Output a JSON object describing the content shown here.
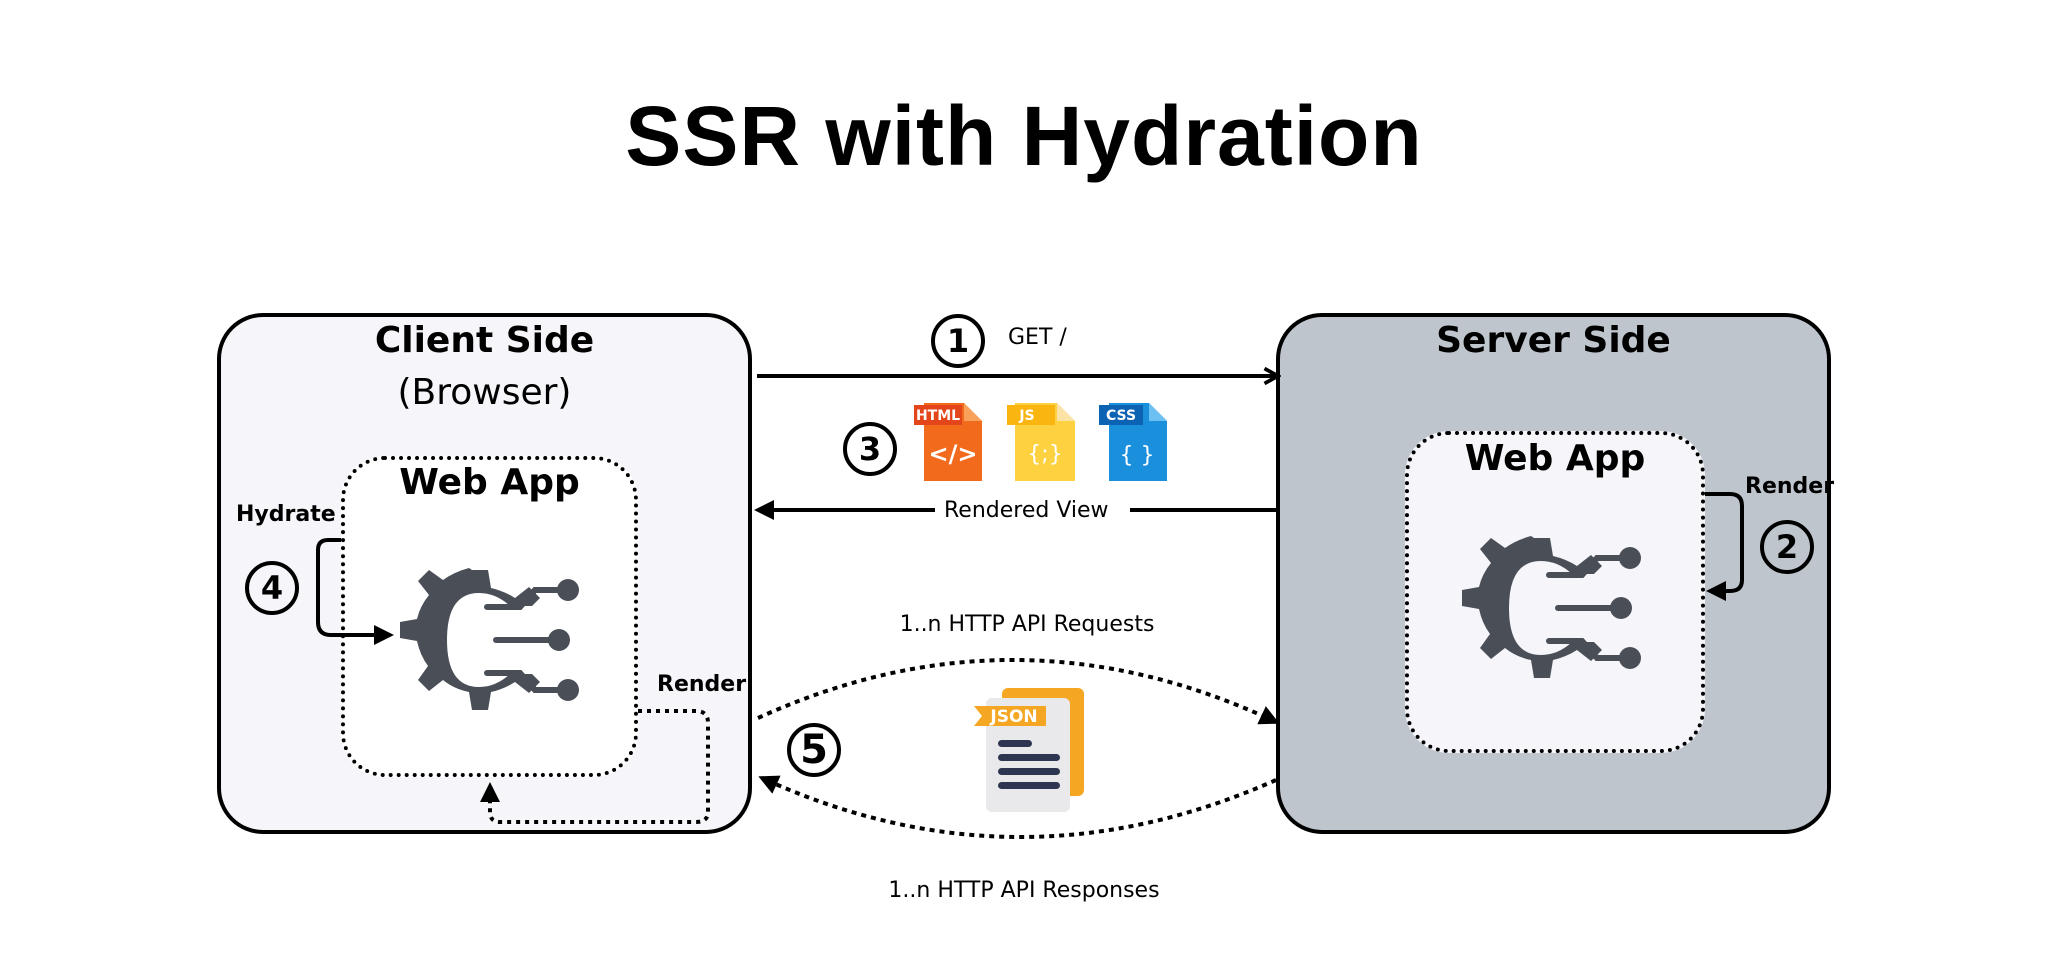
{
  "title": "SSR with Hydration",
  "client": {
    "title": "Client Side",
    "subtitle": "(Browser)",
    "webapp_label": "Web App",
    "hydrate_label": "Hydrate",
    "render_label": "Render"
  },
  "server": {
    "title": "Server Side",
    "webapp_label": "Web App",
    "render_label": "Render"
  },
  "steps": {
    "s1": "1",
    "s2": "2",
    "s3": "3",
    "s4": "4",
    "s5": "5"
  },
  "edges": {
    "get_label": "GET /",
    "rendered_view_label": "Rendered View",
    "api_requests_label": "1..n HTTP API Requests",
    "api_responses_label": "1..n HTTP API Responses"
  },
  "files": [
    {
      "label": "HTML",
      "glyph": "</>",
      "color": "#f26b1d",
      "tab": "#e2461a"
    },
    {
      "label": "JS",
      "glyph": "{;}",
      "color": "#fdd13f",
      "tab": "#fbb510"
    },
    {
      "label": "CSS",
      "glyph": "{ }",
      "color": "#1a8fdc",
      "tab": "#0c63b3"
    }
  ],
  "json_icon": {
    "label": "JSON",
    "color": "#f5a623"
  },
  "colors": {
    "client_bg": "#f5f5fa",
    "server_bg": "#bec5cc",
    "gear": "#4a4f57"
  }
}
